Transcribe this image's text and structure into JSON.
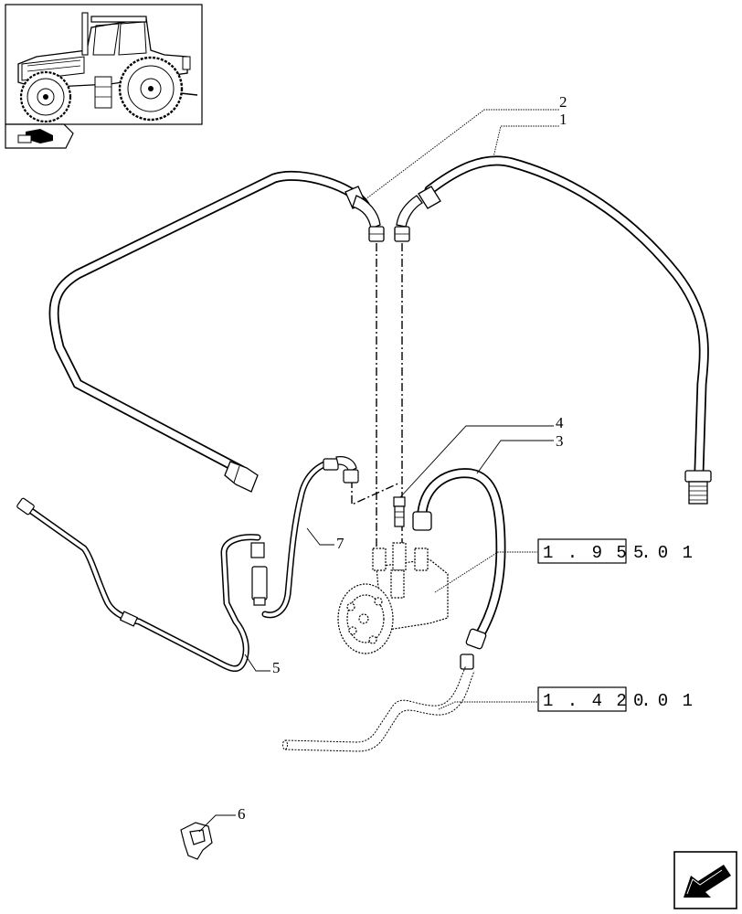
{
  "callouts": {
    "c1": "1",
    "c2": "2",
    "c3": "3",
    "c4": "4",
    "c5": "5",
    "c6": "6",
    "c7": "7"
  },
  "references": {
    "ref_a_boxed": "1 . 9 5 .",
    "ref_a_suffix": "5   0 1",
    "ref_b_boxed": "1 . 4 2 .",
    "ref_b_suffix": "0   0 1"
  },
  "icons": {
    "overview": "tractor-thumbnail",
    "section": "hydraulics-section-icon",
    "navigation": "arrow-back-icon"
  }
}
